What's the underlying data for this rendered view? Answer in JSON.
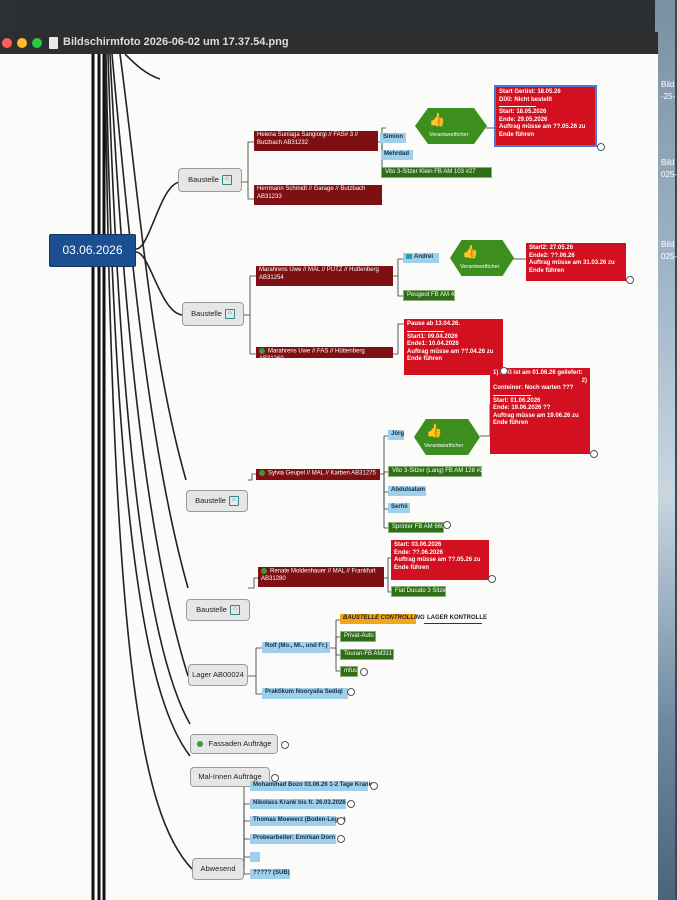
{
  "window": {
    "title": "Bildschirmfoto 2026-06-02 um 17.37.54.png"
  },
  "desktop": {
    "labels": [
      "Bild",
      "-25-",
      "Bild",
      "025-",
      "Bild",
      "025-"
    ]
  },
  "mindmap": {
    "root": "03.06.2026",
    "branch_label": "Baustelle",
    "b1": {
      "sites": [
        "Helena Sunlaga Sangiorgi // FAS# 3 // Butzbach AB31232",
        "Herrmann Schmidt // Garage // Butzbach AB31233"
      ],
      "workers": [
        "Simion",
        "Mehrdad"
      ],
      "hex_label": "Verantwortlicher",
      "vehicle": "Vito 3-Sitzer Klein FB AM 103 #27",
      "note": [
        "Start Gerüst: 18.05.26",
        "DIXI: Nicht  bestellt",
        "Start: 18.05.2026",
        "Ende: 29.05.2026",
        "Auftrag müsse am ??.05.26 zu",
        "Ende führen"
      ]
    },
    "b2": {
      "sites": [
        "Marahrens Uwe // MAL // PUTZ // Huttenberg AB31254",
        "Marahrens Uwe // FAS // Hüttenberg AB31260"
      ],
      "worker": "Andrei",
      "hex_label": "Verantwortlicher",
      "vehicle": "Peugeot FB AM 42",
      "note1": [
        "Start2: 27.05.26",
        "Ende2: ??.06.26",
        "Auftrag müsse am 31.03.26 zu",
        "Ende führen"
      ],
      "note2": [
        "Pause ab 13.04.26.",
        "Start1: 09.04.2026",
        "Ende1: 10.04.2026",
        "Auftrag müsse am ??.04.26 zu",
        "Ende führen"
      ]
    },
    "b3": {
      "site": "Sylvia Geupel // MAL // Karben AB31275",
      "workers": [
        "Jörg",
        "Abdulsalam",
        "Serhii"
      ],
      "hex_label": "Verantwortlicher",
      "vehicles": [
        "Vito 3-Sitzer (Lang) FB AM 128 #23",
        "Sprinter FB AM 660"
      ],
      "note": [
        "1) DIXI ist am 01.06.26 geliefert:",
        "2)",
        "Conteiner: Noch warten ???",
        "Start: 01.06.2026",
        "Ende: 19.06.2026 ??",
        "Auftrag müsse am 19.06.26 zu",
        "Ende führen"
      ]
    },
    "b4": {
      "site": "Renate Moldenhauer // MAL // Frankfurt AB31280",
      "vehicle": "Fiat Ducato 3 Sitze",
      "note": [
        "Start: 03.06.2026",
        "Ende: ??.06.2026",
        "Auftrag müsse am ??.05.26 zu",
        "Ende führen"
      ]
    },
    "lager": {
      "label": "Lager AB00024",
      "controlling": "BAUSTELLE CONTROLLING",
      "kontrolle": "LAGER KONTROLLE",
      "rolf": "Rolf  (Mo., Mi., und Fr.)",
      "items": [
        "Privat-Auto",
        "Touran-FB AM311",
        "mfus"
      ],
      "praktikum": "Praktikum Nooryalia Sediqi"
    },
    "fassaden": "Fassaden Aufträge",
    "mal_innen": "Mal-Innen Aufträge",
    "abwesend": {
      "label": "Abwesend",
      "items": [
        "Mohammad Bozo 03.06.26 1-2 Tage Krank",
        "Nikolass Krank bis fr. 26.03.2026",
        "Thomas Moewerz (Boden-Leger)",
        "Probearbeiter: Emirkan Dorn",
        "",
        "????? (SUB)"
      ]
    }
  }
}
